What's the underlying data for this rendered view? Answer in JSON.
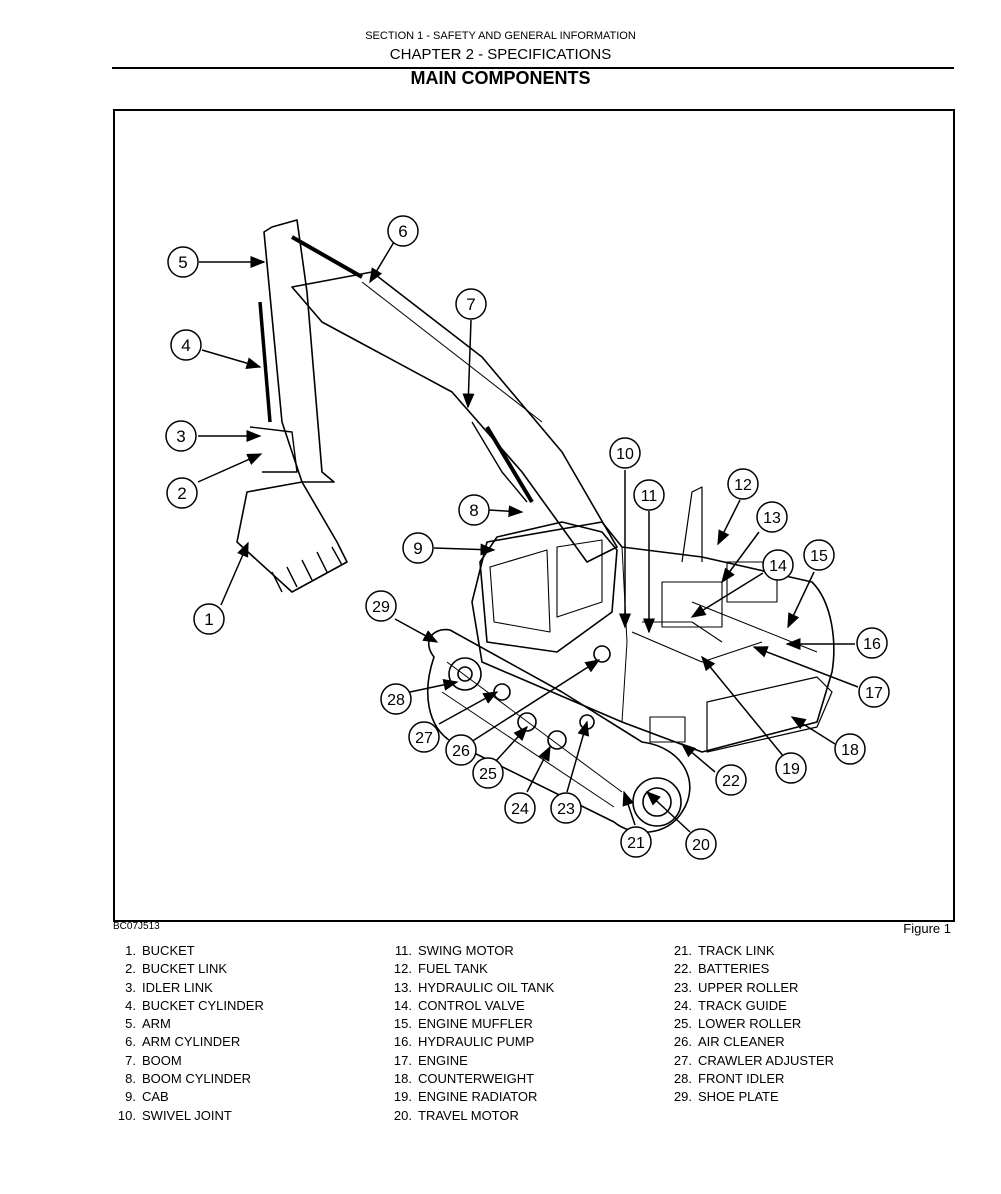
{
  "header": {
    "section": "SECTION 1 - SAFETY AND GENERAL INFORMATION",
    "chapter": "CHAPTER 2 - SPECIFICATIONS",
    "title": "MAIN COMPONENTS"
  },
  "figure": {
    "id": "BC07J513",
    "caption": "Figure 1"
  },
  "callouts": [
    "1",
    "2",
    "3",
    "4",
    "5",
    "6",
    "7",
    "8",
    "9",
    "10",
    "11",
    "12",
    "13",
    "14",
    "15",
    "16",
    "17",
    "18",
    "19",
    "20",
    "21",
    "22",
    "23",
    "24",
    "25",
    "26",
    "27",
    "28",
    "29"
  ],
  "legend": {
    "col1": [
      {
        "num": "1.",
        "label": "BUCKET"
      },
      {
        "num": "2.",
        "label": "BUCKET LINK"
      },
      {
        "num": "3.",
        "label": "IDLER LINK"
      },
      {
        "num": "4.",
        "label": "BUCKET CYLINDER"
      },
      {
        "num": "5.",
        "label": "ARM"
      },
      {
        "num": "6.",
        "label": "ARM CYLINDER"
      },
      {
        "num": "7.",
        "label": "BOOM"
      },
      {
        "num": "8.",
        "label": "BOOM CYLINDER"
      },
      {
        "num": "9.",
        "label": "CAB"
      },
      {
        "num": "10.",
        "label": "SWIVEL JOINT"
      }
    ],
    "col2": [
      {
        "num": "11.",
        "label": "SWING MOTOR"
      },
      {
        "num": "12.",
        "label": "FUEL TANK"
      },
      {
        "num": "13.",
        "label": "HYDRAULIC OIL TANK"
      },
      {
        "num": "14.",
        "label": "CONTROL VALVE"
      },
      {
        "num": "15.",
        "label": "ENGINE MUFFLER"
      },
      {
        "num": "16.",
        "label": "HYDRAULIC PUMP"
      },
      {
        "num": "17.",
        "label": "ENGINE"
      },
      {
        "num": "18.",
        "label": "COUNTERWEIGHT"
      },
      {
        "num": "19.",
        "label": "ENGINE RADIATOR"
      },
      {
        "num": "20.",
        "label": "TRAVEL MOTOR"
      }
    ],
    "col3": [
      {
        "num": "21.",
        "label": "TRACK LINK"
      },
      {
        "num": "22.",
        "label": "BATTERIES"
      },
      {
        "num": "23.",
        "label": "UPPER ROLLER"
      },
      {
        "num": "24.",
        "label": "TRACK GUIDE"
      },
      {
        "num": "25.",
        "label": "LOWER ROLLER"
      },
      {
        "num": "26.",
        "label": "AIR CLEANER"
      },
      {
        "num": "27.",
        "label": "CRAWLER ADJUSTER"
      },
      {
        "num": "28.",
        "label": "FRONT IDLER"
      },
      {
        "num": "29.",
        "label": "SHOE PLATE"
      }
    ]
  }
}
